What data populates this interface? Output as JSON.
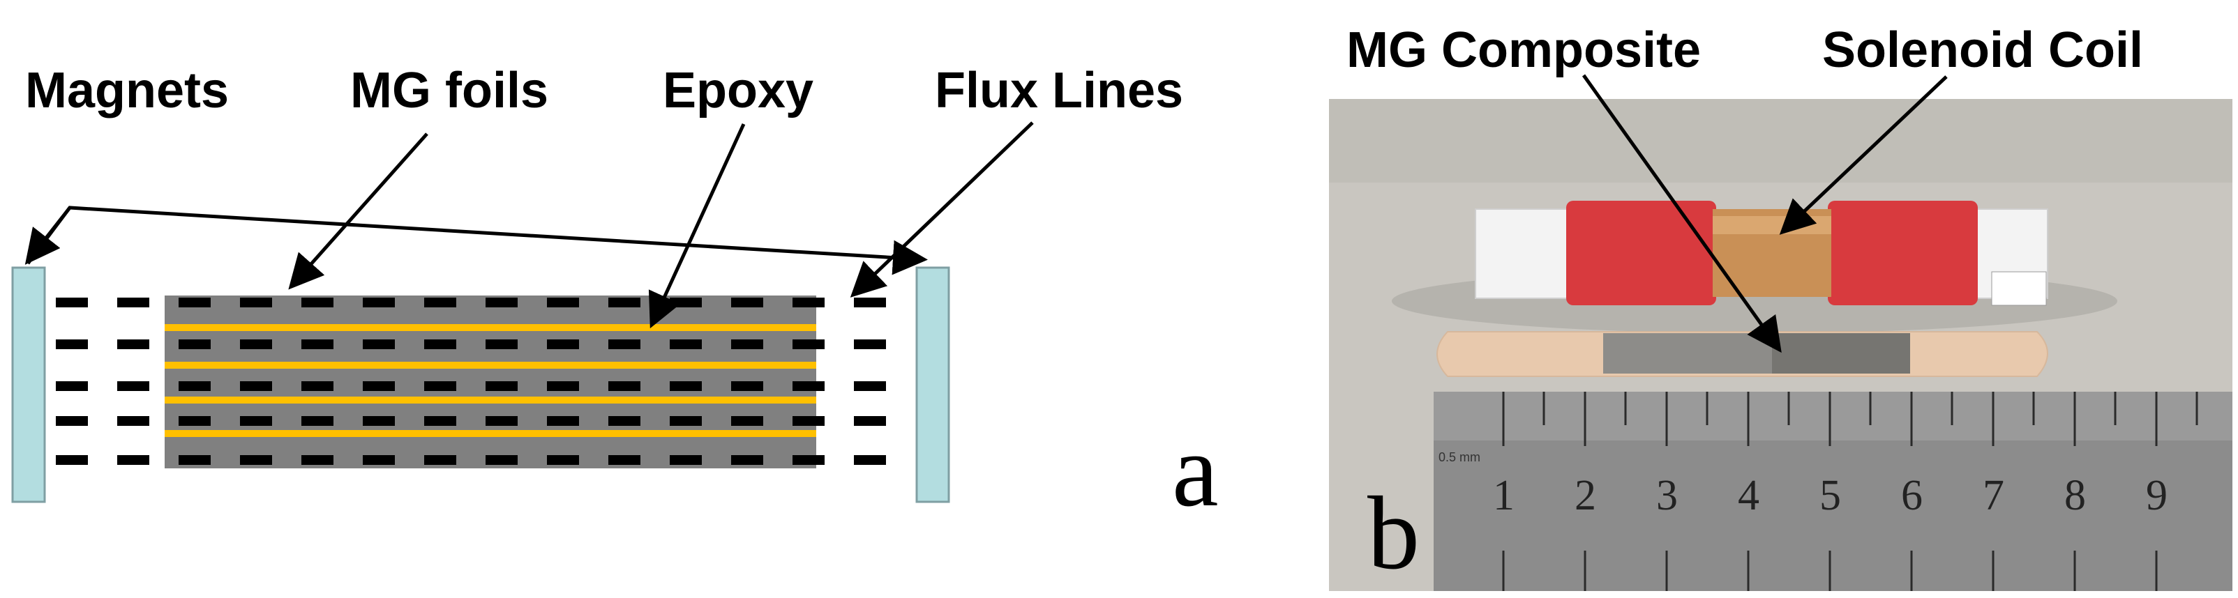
{
  "panel_a": {
    "labels": {
      "magnets": "Magnets",
      "mg_foils": "MG foils",
      "epoxy": "Epoxy",
      "flux_lines": "Flux Lines"
    },
    "panel_letter": "a",
    "colors": {
      "magnet": "#b3dde0",
      "foil": "#808080",
      "epoxy": "#ffc000",
      "flux": "#000000"
    }
  },
  "panel_b": {
    "labels": {
      "mg_composite": "MG Composite",
      "solenoid_coil": "Solenoid Coil"
    },
    "panel_letter": "b",
    "ruler": {
      "numbers": [
        "1",
        "2",
        "3",
        "4",
        "5",
        "6",
        "7",
        "8",
        "9"
      ],
      "unit_text": "0.5 mm"
    },
    "colors": {
      "tape": "#d83a3e",
      "coil": "#c99056",
      "background": "#c9c6c0"
    }
  }
}
